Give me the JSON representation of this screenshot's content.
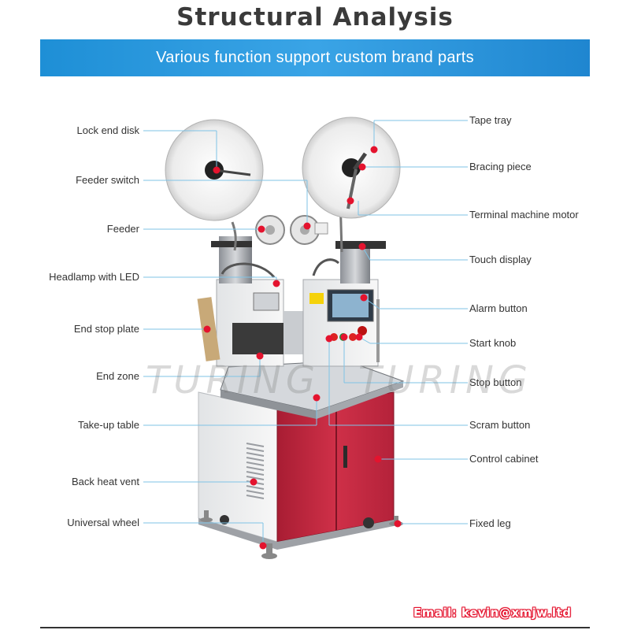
{
  "header": {
    "title": "Structural Analysis",
    "subtitle": "Various function support custom brand parts"
  },
  "labels": {
    "left": [
      "Lock end disk",
      "Feeder switch",
      "Feeder",
      "Headlamp with LED",
      "End stop plate",
      "End zone",
      "Take-up table",
      "Back heat vent",
      "Universal wheel"
    ],
    "right": [
      "Tape tray",
      "Bracing piece",
      "Terminal machine motor",
      "Touch display",
      "Alarm button",
      "Start knob",
      "Stop button",
      "Scram button",
      "Control cabinet",
      "Fixed leg"
    ]
  },
  "watermark": [
    "TURING",
    "TURING"
  ],
  "footer": {
    "email": "Email: kevin@xmjw.ltd"
  },
  "colors": {
    "banner": "#2a98dd",
    "cabinet": "#c0283f",
    "marker": "#e4132e",
    "leader": "#7fc3e6"
  }
}
